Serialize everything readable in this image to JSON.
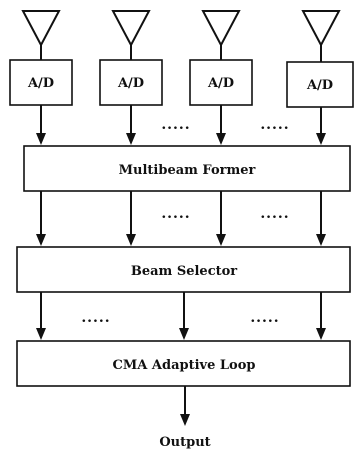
{
  "diagram": {
    "adc_label": "A/D",
    "ellipsis": ".....",
    "multibeam_former": "Multibeam Former",
    "beam_selector": "Beam Selector",
    "cma_adaptive_loop": "CMA Adaptive Loop",
    "output": "Output"
  }
}
